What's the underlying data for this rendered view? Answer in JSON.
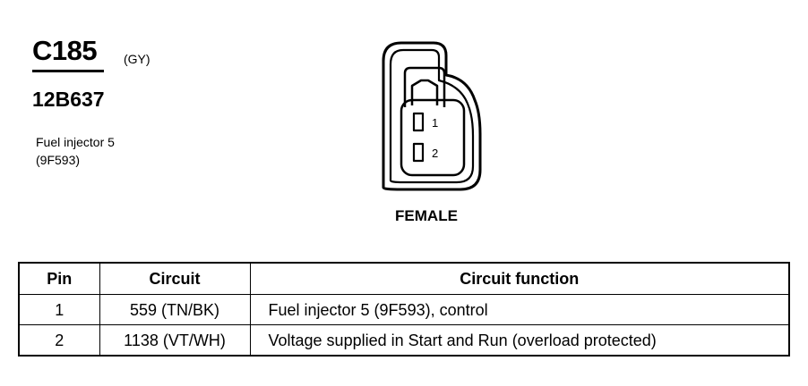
{
  "connector": {
    "id": "C185",
    "color": "(GY)",
    "part_number": "12B637",
    "description_line1": "Fuel injector 5",
    "description_line2": "(9F593)",
    "gender": "FEMALE",
    "pin_labels": [
      "1",
      "2"
    ]
  },
  "table": {
    "headers": [
      "Pin",
      "Circuit",
      "Circuit function"
    ],
    "rows": [
      {
        "pin": "1",
        "circuit": "559 (TN/BK)",
        "function": "Fuel injector 5 (9F593), control"
      },
      {
        "pin": "2",
        "circuit": "1138 (VT/WH)",
        "function": "Voltage supplied in Start and Run (overload protected)"
      }
    ]
  }
}
